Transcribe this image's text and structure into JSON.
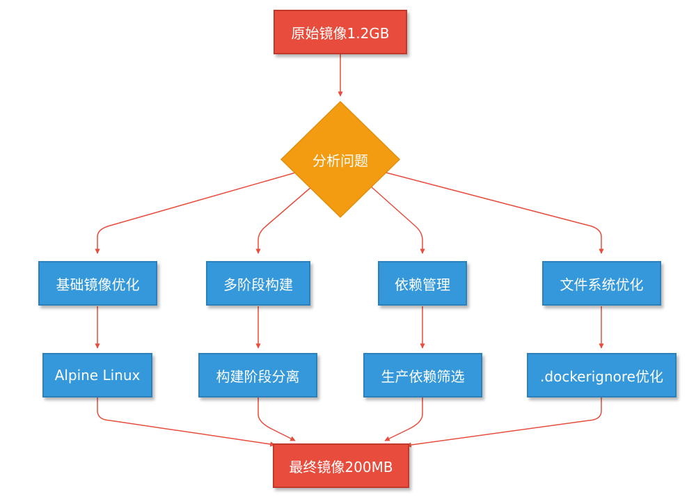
{
  "colors": {
    "terminal_fill": "#e74c3c",
    "terminal_border": "#c0392b",
    "process_fill": "#3498db",
    "process_border": "#2c81ba",
    "decision_fill": "#f39c12",
    "edge": "#e74c3c"
  },
  "nodes": {
    "start": "原始镜像1.2GB",
    "decision": "分析问题",
    "strategies": [
      "基础镜像优化",
      "多阶段构建",
      "依赖管理",
      "文件系统优化"
    ],
    "actions": [
      "Alpine Linux",
      "构建阶段分离",
      "生产依赖筛选",
      ".dockerignore优化"
    ],
    "end": "最终镜像200MB"
  }
}
